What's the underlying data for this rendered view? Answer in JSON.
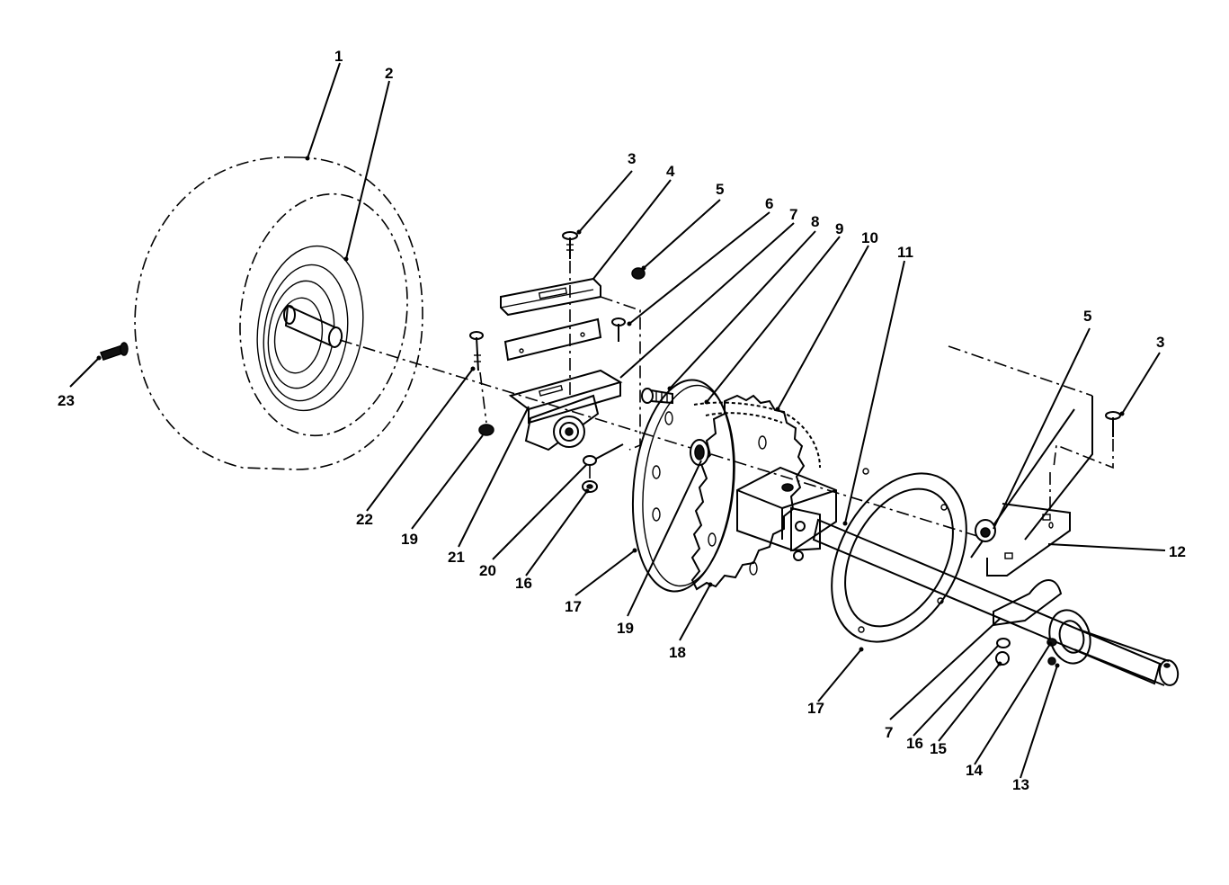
{
  "callouts": [
    {
      "id": "c1",
      "text": "1"
    },
    {
      "id": "c2",
      "text": "2"
    },
    {
      "id": "c3a",
      "text": "3"
    },
    {
      "id": "c4",
      "text": "4"
    },
    {
      "id": "c5a",
      "text": "5"
    },
    {
      "id": "c6",
      "text": "6"
    },
    {
      "id": "c7a",
      "text": "7"
    },
    {
      "id": "c8",
      "text": "8"
    },
    {
      "id": "c9",
      "text": "9"
    },
    {
      "id": "c10",
      "text": "10"
    },
    {
      "id": "c11",
      "text": "11"
    },
    {
      "id": "c5b",
      "text": "5"
    },
    {
      "id": "c3b",
      "text": "3"
    },
    {
      "id": "c12",
      "text": "12"
    },
    {
      "id": "c23",
      "text": "23"
    },
    {
      "id": "c22",
      "text": "22"
    },
    {
      "id": "c19a",
      "text": "19"
    },
    {
      "id": "c21",
      "text": "21"
    },
    {
      "id": "c20",
      "text": "20"
    },
    {
      "id": "c16a",
      "text": "16"
    },
    {
      "id": "c17a",
      "text": "17"
    },
    {
      "id": "c19b",
      "text": "19"
    },
    {
      "id": "c18",
      "text": "18"
    },
    {
      "id": "c17b",
      "text": "17"
    },
    {
      "id": "c7b",
      "text": "7"
    },
    {
      "id": "c16b",
      "text": "16"
    },
    {
      "id": "c15",
      "text": "15"
    },
    {
      "id": "c14",
      "text": "14"
    },
    {
      "id": "c13",
      "text": "13"
    }
  ]
}
